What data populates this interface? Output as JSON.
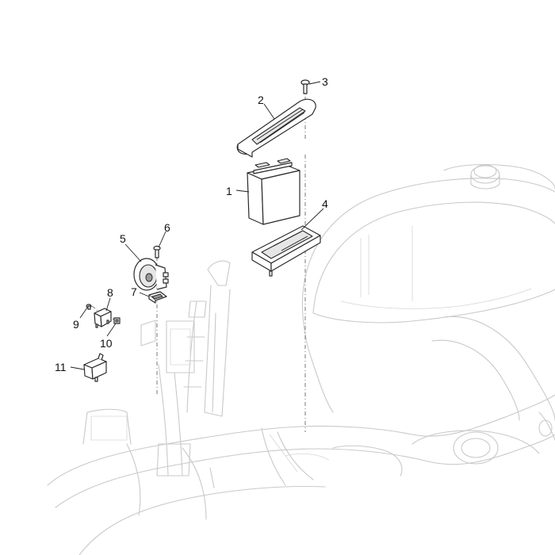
{
  "callouts": [
    {
      "id": "1",
      "label": "1"
    },
    {
      "id": "2",
      "label": "2"
    },
    {
      "id": "3",
      "label": "3"
    },
    {
      "id": "4",
      "label": "4"
    },
    {
      "id": "5",
      "label": "5"
    },
    {
      "id": "6",
      "label": "6"
    },
    {
      "id": "7",
      "label": "7"
    },
    {
      "id": "8",
      "label": "8"
    },
    {
      "id": "9",
      "label": "9"
    },
    {
      "id": "10",
      "label": "10"
    },
    {
      "id": "11",
      "label": "11"
    }
  ],
  "colors": {
    "ghost_line": "#c9c9c9",
    "part_line": "#2a2a2a",
    "background": "#ffffff"
  }
}
